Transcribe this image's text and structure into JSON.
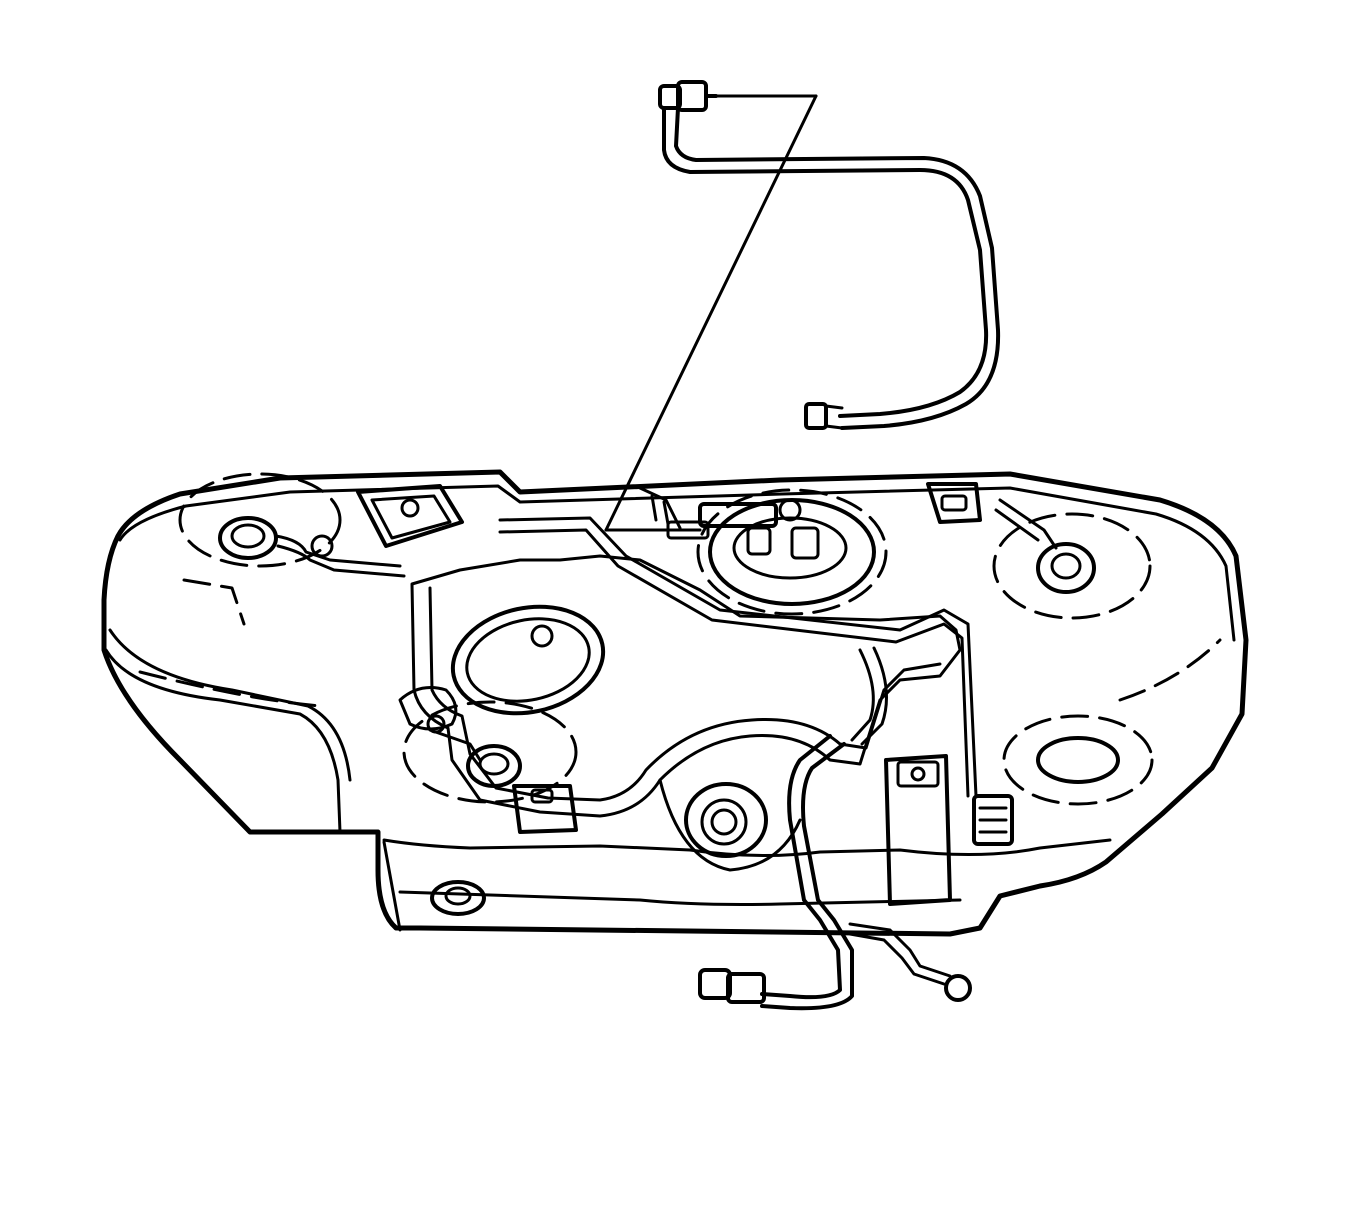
{
  "diagram": {
    "ink_color": "#000000",
    "background_color": "#ffffff",
    "parts": [
      "fuel-tank",
      "fuel-pump-module",
      "evap-vapor-pipe",
      "fuel-feed-pipe",
      "wiring-harness",
      "mounting-bracket"
    ]
  }
}
